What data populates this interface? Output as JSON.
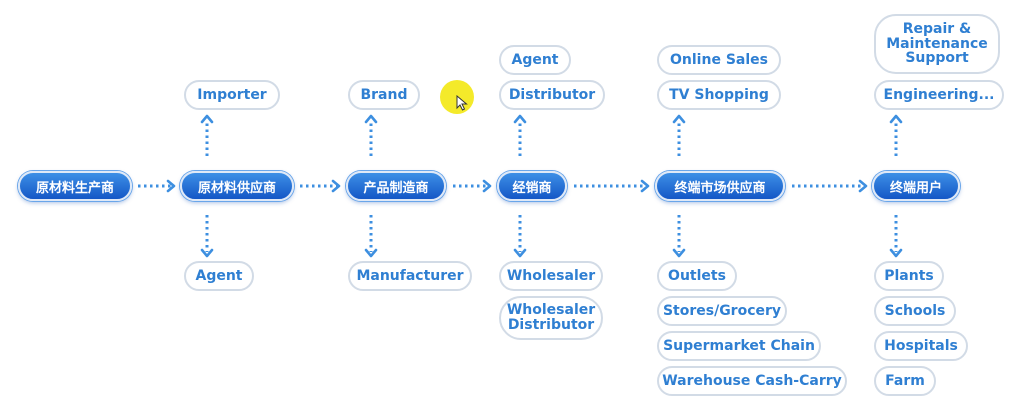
{
  "main_chain": [
    {
      "label": "原材料生产商"
    },
    {
      "label": "原材料供应商"
    },
    {
      "label": "产品制造商"
    },
    {
      "label": "经销商"
    },
    {
      "label": "终端市场供应商"
    },
    {
      "label": "终端用户"
    }
  ],
  "branches": {
    "raw_supplier": {
      "above": [
        "Importer"
      ],
      "below": [
        "Agent"
      ]
    },
    "manufacturer": {
      "above": [
        "Brand"
      ],
      "below": [
        "Manufacturer"
      ]
    },
    "distributor": {
      "above": [
        "Agent",
        "Distributor"
      ],
      "below": [
        "Wholesaler",
        "Wholesaler\nDistributor"
      ]
    },
    "terminal_supplier": {
      "above": [
        "Online Sales",
        "TV Shopping"
      ],
      "below": [
        "Outlets",
        "Stores/Grocery",
        "Supermarket Chain",
        "Warehouse Cash-Carry"
      ]
    },
    "end_user": {
      "above": [
        "Repair &\nMaintenance\nSupport",
        "Engineering..."
      ],
      "below": [
        "Plants",
        "Schools",
        "Hospitals",
        "Farm"
      ]
    }
  },
  "colors": {
    "main_node": "#1f66d1",
    "sub_text": "#2f7fd2",
    "connector": "#3d8fe0",
    "cursor_highlight": "#f4ea2a"
  }
}
